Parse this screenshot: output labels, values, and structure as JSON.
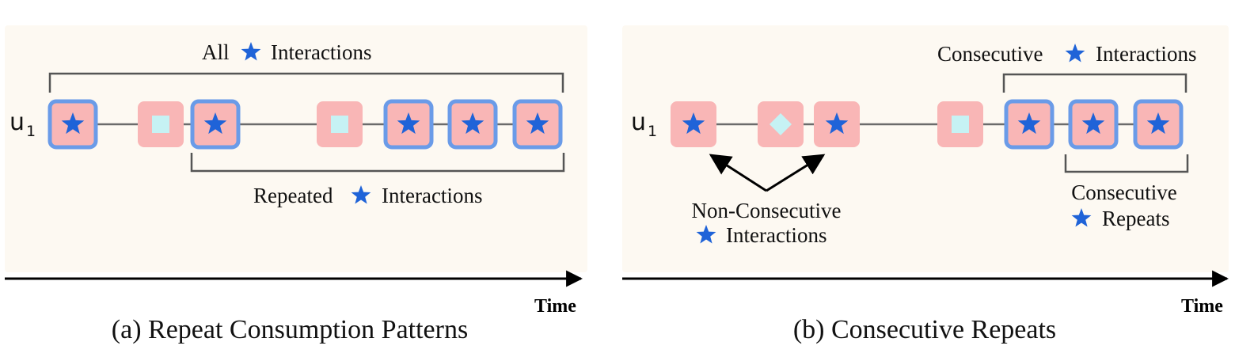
{
  "colors": {
    "panel_bg": "#fdf9f2",
    "box_fill": "#f9b6b6",
    "box_border": "#6a9be8",
    "star": "#1f63d8",
    "shape_fill": "#c6f2f4"
  },
  "icons": {
    "target_item": "star-icon",
    "other_item_a": "square-icon",
    "other_item_b": "diamond-icon"
  },
  "panel_a": {
    "user_label": "u",
    "user_subscript": "1",
    "items": [
      {
        "shape": "star",
        "highlighted": true
      },
      {
        "shape": "square",
        "highlighted": false
      },
      {
        "shape": "star",
        "highlighted": true
      },
      {
        "shape": "square",
        "highlighted": false
      },
      {
        "shape": "star",
        "highlighted": true
      },
      {
        "shape": "star",
        "highlighted": true
      },
      {
        "shape": "star",
        "highlighted": true
      }
    ],
    "top_label_before": "All",
    "top_label_after": "Interactions",
    "bottom_label_before": "Repeated",
    "bottom_label_after": "Interactions",
    "axis_label": "Time",
    "caption": "(a) Repeat Consumption Patterns"
  },
  "panel_b": {
    "user_label": "u",
    "user_subscript": "1",
    "items": [
      {
        "shape": "star",
        "highlighted": false
      },
      {
        "shape": "diamond",
        "highlighted": false
      },
      {
        "shape": "star",
        "highlighted": false
      },
      {
        "shape": "square",
        "highlighted": false
      },
      {
        "shape": "star",
        "highlighted": true
      },
      {
        "shape": "star",
        "highlighted": true
      },
      {
        "shape": "star",
        "highlighted": true
      }
    ],
    "top_label_before": "Consecutive",
    "top_label_after": "Interactions",
    "right_label_line1": "Consecutive",
    "right_label_line2": "Repeats",
    "left_label_line1": "Non-Consecutive",
    "left_label_line2": "Interactions",
    "axis_label": "Time",
    "caption": "(b) Consecutive Repeats"
  }
}
